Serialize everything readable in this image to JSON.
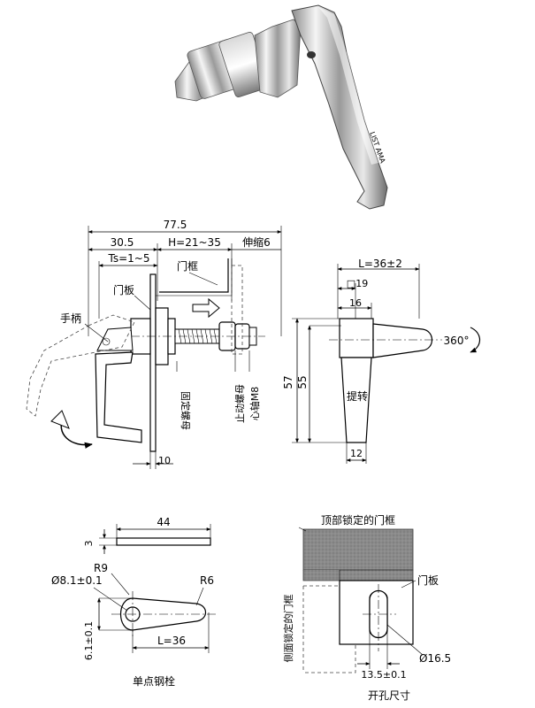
{
  "top_drawing": {
    "dim_overall": "77.5",
    "dim_30_5": "30.5",
    "dim_h": "H=21~35",
    "dim_stretch": "伸缩6",
    "dim_ts": "Ts=1~5",
    "label_frame": "门框",
    "label_panel": "门板",
    "label_handle": "手柄",
    "label_fixed_nut": "固定螺母",
    "label_stop_nut": "止动螺母",
    "label_shaft": "心轴M8",
    "dim_10": "10",
    "dim_l": "L=36±2",
    "dim_sq19": "□19",
    "dim_16": "16",
    "dim_57": "57",
    "dim_55": "55",
    "label_lift": "提转",
    "dim_12": "12",
    "label_360": "360°"
  },
  "bolt_drawing": {
    "dim_44": "44",
    "dim_3": "3",
    "dim_r9": "R9",
    "dim_r6": "R6",
    "dim_hole": "Ø8.1±0.1",
    "dim_6_1": "6.1±0.1",
    "dim_l36": "L=36",
    "caption": "单点钢栓"
  },
  "cutout_drawing": {
    "label_top_frame": "顶部锁定的门框",
    "label_side_frame": "侧面锁定的门框",
    "label_panel": "门板",
    "dim_13_5": "13.5±0.1",
    "dim_16_5": "Ø16.5",
    "caption": "开孔尺寸"
  }
}
